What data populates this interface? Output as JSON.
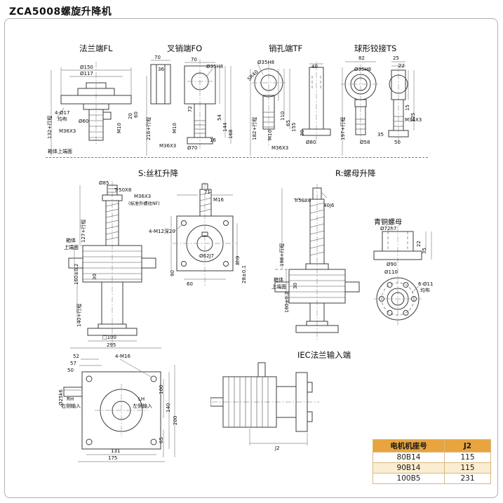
{
  "title": "ZCA5008螺旋升降机",
  "colors": {
    "table_header_bg": "#E8A43E",
    "table_alt_row_bg": "#FBEDD2",
    "table_border": "#D9B97E",
    "line": "#3B3B3B",
    "dim_line": "#8A8A8A"
  },
  "section_top": {
    "box_face_label": "箱体上端面",
    "fl": {
      "label": "法兰端FL",
      "d": [
        "Ø150",
        "Ø117",
        "4-Ø17",
        "均布",
        "Ø60",
        "M10",
        "60",
        "20",
        "132+行程",
        "M36X3"
      ]
    },
    "fo": {
      "label": "叉销端FO",
      "d": [
        "70",
        "36",
        "70",
        "Ø35H8",
        "72",
        "216+行程",
        "M10",
        "54",
        "144",
        "168",
        "M36X3",
        "Ø70",
        "16"
      ]
    },
    "tf": {
      "label": "销孔端TF",
      "d": [
        "SR40",
        "Ø35H8",
        "40",
        "110",
        "65",
        "155",
        "182+行程",
        "M10",
        "M36X3",
        "Ø80",
        "30"
      ]
    },
    "ts": {
      "label": "球形铰接TS",
      "d": [
        "82",
        "Ø35H8",
        "25",
        "22",
        "15",
        "125",
        "197+行程",
        "Ø58",
        "M36X3",
        "50",
        "35"
      ]
    }
  },
  "section_s": {
    "label": "S:丝杠升降",
    "d": [
      "Ø85",
      "Tr50X8",
      "M36X3",
      "(标准外螺纹NF)",
      "127+行程",
      "箱体",
      "上端面",
      "160±0.2",
      "140+行程",
      "30",
      "□100",
      "295",
      "71",
      "4-M12深20",
      "M16",
      "Ø62J7",
      "90",
      "60",
      "8h9",
      "28±0.1"
    ]
  },
  "section_r": {
    "label": "R:螺母升降",
    "d": [
      "Tr50X8",
      "40j6",
      "198+行程",
      "箱体",
      "上端面",
      "30",
      "160±0.2"
    ],
    "nut": {
      "label": "青铜螺母",
      "d": [
        "Ø72h7",
        "22",
        "35",
        "Ø90",
        "Ø110",
        "6-Ø11",
        "均布"
      ]
    }
  },
  "section_bottom": {
    "plan": {
      "d": [
        "52",
        "57",
        "50",
        "4-M16",
        "Ø25k6",
        "RH",
        "右侧输入",
        "LH",
        "左侧输入",
        "100",
        "140",
        "200",
        "65",
        "131",
        "175"
      ]
    },
    "iec": {
      "label": "IEC法兰输入端",
      "d": [
        "J2"
      ]
    }
  },
  "table": {
    "headers": [
      "电机机座号",
      "J2"
    ],
    "rows": [
      [
        "80B14",
        "115"
      ],
      [
        "90B14",
        "115"
      ],
      [
        "100B5",
        "231"
      ]
    ]
  }
}
